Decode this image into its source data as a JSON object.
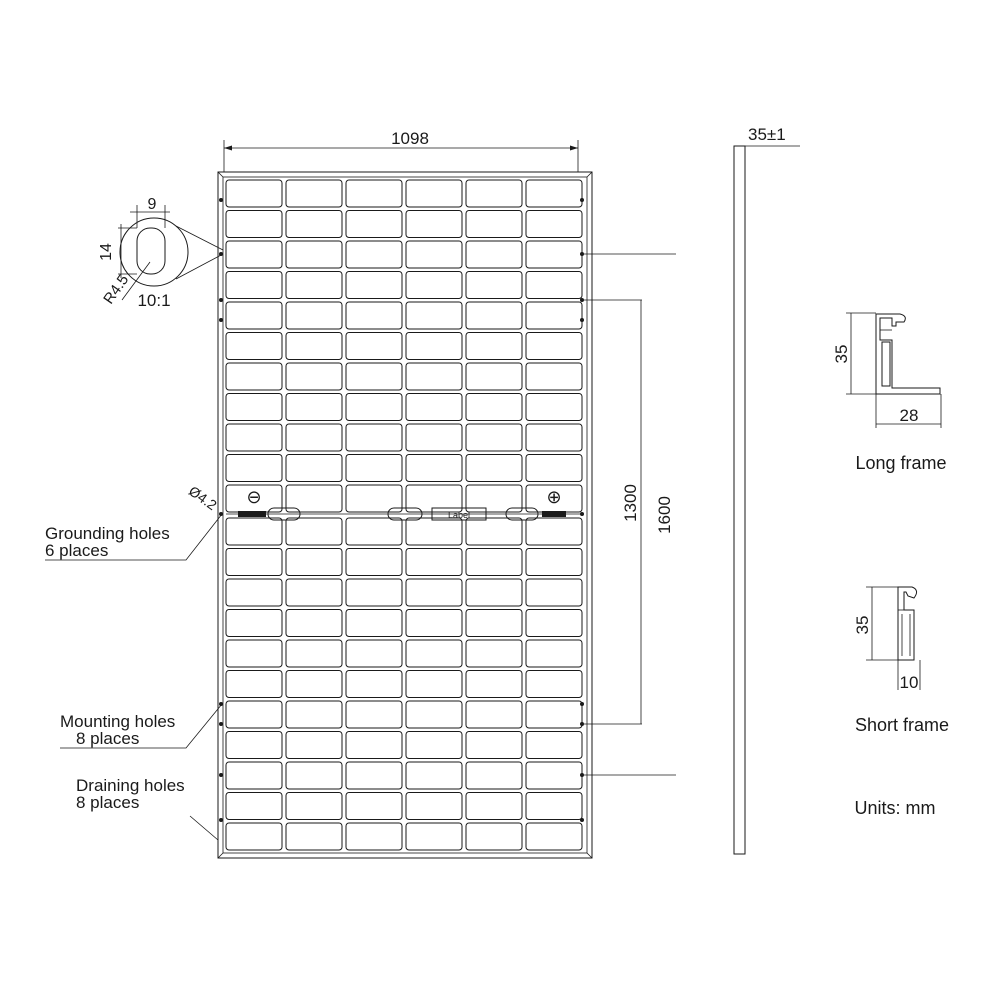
{
  "drawing": {
    "width_dim": "1098",
    "height_inner_dim": "1300",
    "height_total_dim": "1600",
    "thickness_dim": "35±1",
    "hole_width": "9",
    "hole_height": "14",
    "hole_radius": "R4.5",
    "detail_scale": "10:1",
    "grounding_diameter": "Ø4.2",
    "grounding_label_1": "Grounding holes",
    "grounding_label_2": "6 places",
    "mounting_label_1": "Mounting holes",
    "mounting_label_2": "8 places",
    "draining_label_1": "Draining holes",
    "draining_label_2": "8 places",
    "junction_label": "Label",
    "minus_symbol": "⊖",
    "plus_symbol": "⊕",
    "long_frame": {
      "height": "35",
      "width": "28",
      "title": "Long frame"
    },
    "short_frame": {
      "height": "35",
      "width": "10",
      "title": "Short frame"
    },
    "units": "Units: mm"
  }
}
